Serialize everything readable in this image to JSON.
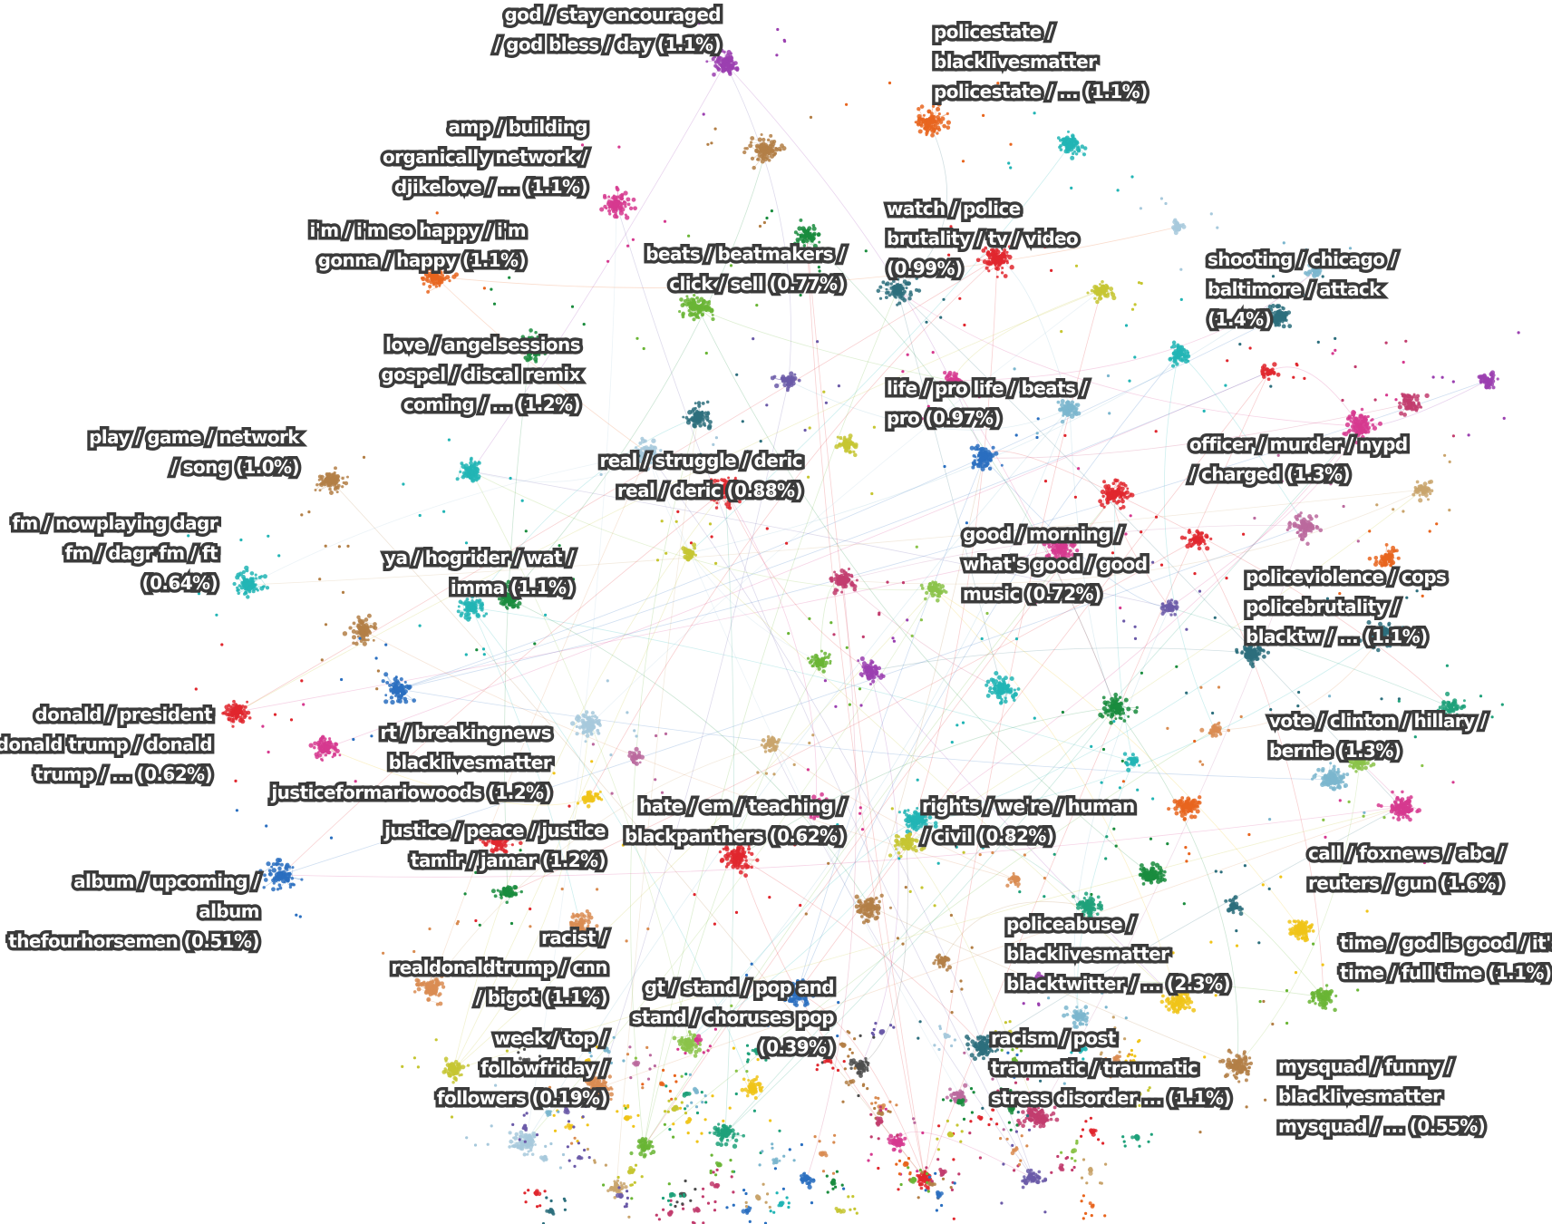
{
  "palette": [
    "#9b40b0",
    "#e8651e",
    "#a7c9dc",
    "#b37f46",
    "#d63a8f",
    "#6ab535",
    "#e0272e",
    "#7bb6ce",
    "#1fa17a",
    "#c6c632",
    "#1a8c3e",
    "#2a6fc0",
    "#22b5b5",
    "#6b5aa8",
    "#d98c52",
    "#bb6a9e",
    "#2d6f7d",
    "#f0c419",
    "#c23d6e",
    "#8bc34a",
    "#c9a46c",
    "#4d4d4d"
  ],
  "clusters": [
    {
      "label": [
        "god / stay encouraged",
        "/ god bless / day (1.1%)"
      ],
      "color": "#9b40b0"
    },
    {
      "label": [
        "policestate /",
        "blacklivesmatter",
        "policestate / ... (1.1%)"
      ],
      "color": "#e8651e"
    },
    {
      "label": [
        "amp / building",
        "organically network /",
        "djikelove / ... (1.1%)"
      ],
      "color": "#b37f46"
    },
    {
      "label": [
        "i'm / i'm so happy / i'm",
        "gonna / happy (1.1%)"
      ],
      "color": "#d63a8f"
    },
    {
      "label": [
        "watch / police",
        "brutality / tv / video",
        "(0.99%)"
      ],
      "color": "#e0272e"
    },
    {
      "label": [
        "beats / beatmakers /",
        "click / sell (0.77%)"
      ],
      "color": "#6ab535"
    },
    {
      "label": [
        "shooting / chicago /",
        "baltimore / attack",
        "(1.4%)"
      ],
      "color": "#2d6f7d"
    },
    {
      "label": [
        "love / angelsessions",
        "gospel / discal remix",
        "coming / ... (1.2%)"
      ],
      "color": "#1a8c3e"
    },
    {
      "label": [
        "life / pro life / beats /",
        "pro (0.97%)"
      ],
      "color": "#2a6fc0"
    },
    {
      "label": [
        "play / game / network",
        "/ song (1.0%)"
      ],
      "color": "#b37f46"
    },
    {
      "label": [
        "officer / murder / nypd",
        "/ charged (1.3%)"
      ],
      "color": "#e0272e"
    },
    {
      "label": [
        "real / struggle / deric",
        "real / deric (0.88%)"
      ],
      "color": "#e0272e"
    },
    {
      "label": [
        "fm / nowplaying dagr",
        "fm / dagr fm / ft",
        "(0.64%)"
      ],
      "color": "#22b5b5"
    },
    {
      "label": [
        "good / morning /",
        "what's good / good",
        "music (0.72%)"
      ],
      "color": "#d63a8f"
    },
    {
      "label": [
        "ya / hogrider / wat /",
        "imma (1.1%)"
      ],
      "color": "#1a8c3e"
    },
    {
      "label": [
        "policeviolence / cops",
        "policebrutality /",
        "blacktw / ... (1.1%)"
      ],
      "color": "#2d6f7d"
    },
    {
      "label": [
        "donald / president",
        "donald trump / donald",
        "trump / ... (0.62%)"
      ],
      "color": "#e0272e"
    },
    {
      "label": [
        "vote / clinton / hillary /",
        "bernie (1.3%)"
      ],
      "color": "#7bb6ce"
    },
    {
      "label": [
        "rt / breakingnews",
        "blacklivesmatter",
        "justiceformariowoods (1.2%)"
      ],
      "color": "#a7c9dc"
    },
    {
      "label": [
        "hate / em / teaching /",
        "blackpanthers (0.62%)"
      ],
      "color": "#e0272e"
    },
    {
      "label": [
        "rights / we're / human",
        "/ civil (0.82%)"
      ],
      "color": "#22b5b5"
    },
    {
      "label": [
        "justice / peace / justice",
        "tamir / jamar (1.2%)"
      ],
      "color": "#e0272e"
    },
    {
      "label": [
        "call / foxnews / abc /",
        "reuters / gun (1.6%)"
      ],
      "color": "#d63a8f"
    },
    {
      "label": [
        "album / upcoming /",
        "album",
        "thefourhorsemen (0.51%)"
      ],
      "color": "#2a6fc0"
    },
    {
      "label": [
        "time / god is good / it's",
        "time / full time (1.1%)"
      ],
      "color": "#f0c419"
    },
    {
      "label": [
        "policeabuse /",
        "blacklivesmatter",
        "blacktwitter / ... (2.3%)"
      ],
      "color": "#1a8c3e"
    },
    {
      "label": [
        "racist /",
        "realdonaldtrump / cnn",
        "/ bigot (1.1%)"
      ],
      "color": "#d98c52"
    },
    {
      "label": [
        "gt / stand / pop and",
        "stand / choruses pop",
        "(0.39%)"
      ],
      "color": "#2a6fc0"
    },
    {
      "label": [
        "week / top /",
        "followfriday /",
        "followers (0.19%)"
      ],
      "color": "#d98c52"
    },
    {
      "label": [
        "racism / post",
        "traumatic / traumatic",
        "stress disorder ... (1.1%)"
      ],
      "color": "#c23d6e"
    },
    {
      "label": [
        "mysquad / funny /",
        "blacklivesmatter",
        "mysquad / ... (0.55%)"
      ],
      "color": "#b37f46"
    }
  ]
}
